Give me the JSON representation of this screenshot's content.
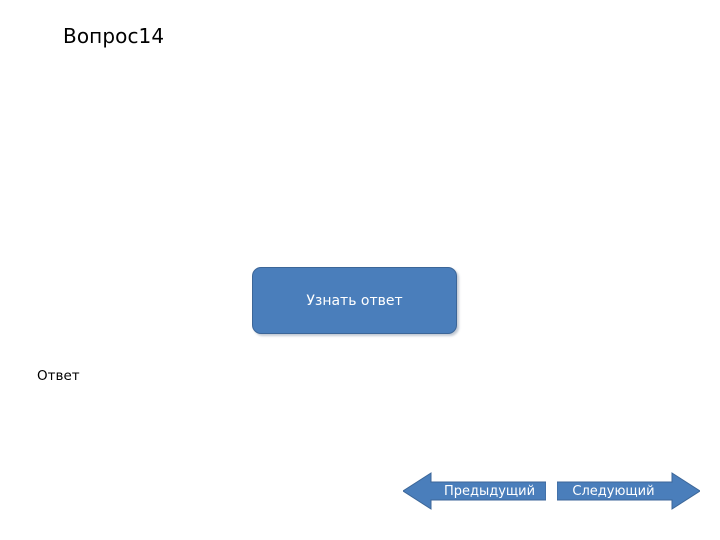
{
  "slide": {
    "title": "Вопрос14",
    "background_color": "#ffffff",
    "accent_color": "#4a7ebb",
    "accent_border_color": "#3c6698",
    "text_color": "#000000",
    "button_text_color": "#ffffff"
  },
  "reveal": {
    "label": "Узнать ответ"
  },
  "answer": {
    "label": "Ответ",
    "value": ""
  },
  "navigation": {
    "previous": {
      "label": "Предыдущий",
      "icon": "arrow-left-icon"
    },
    "next": {
      "label": "Следующий",
      "icon": "arrow-right-icon"
    }
  }
}
